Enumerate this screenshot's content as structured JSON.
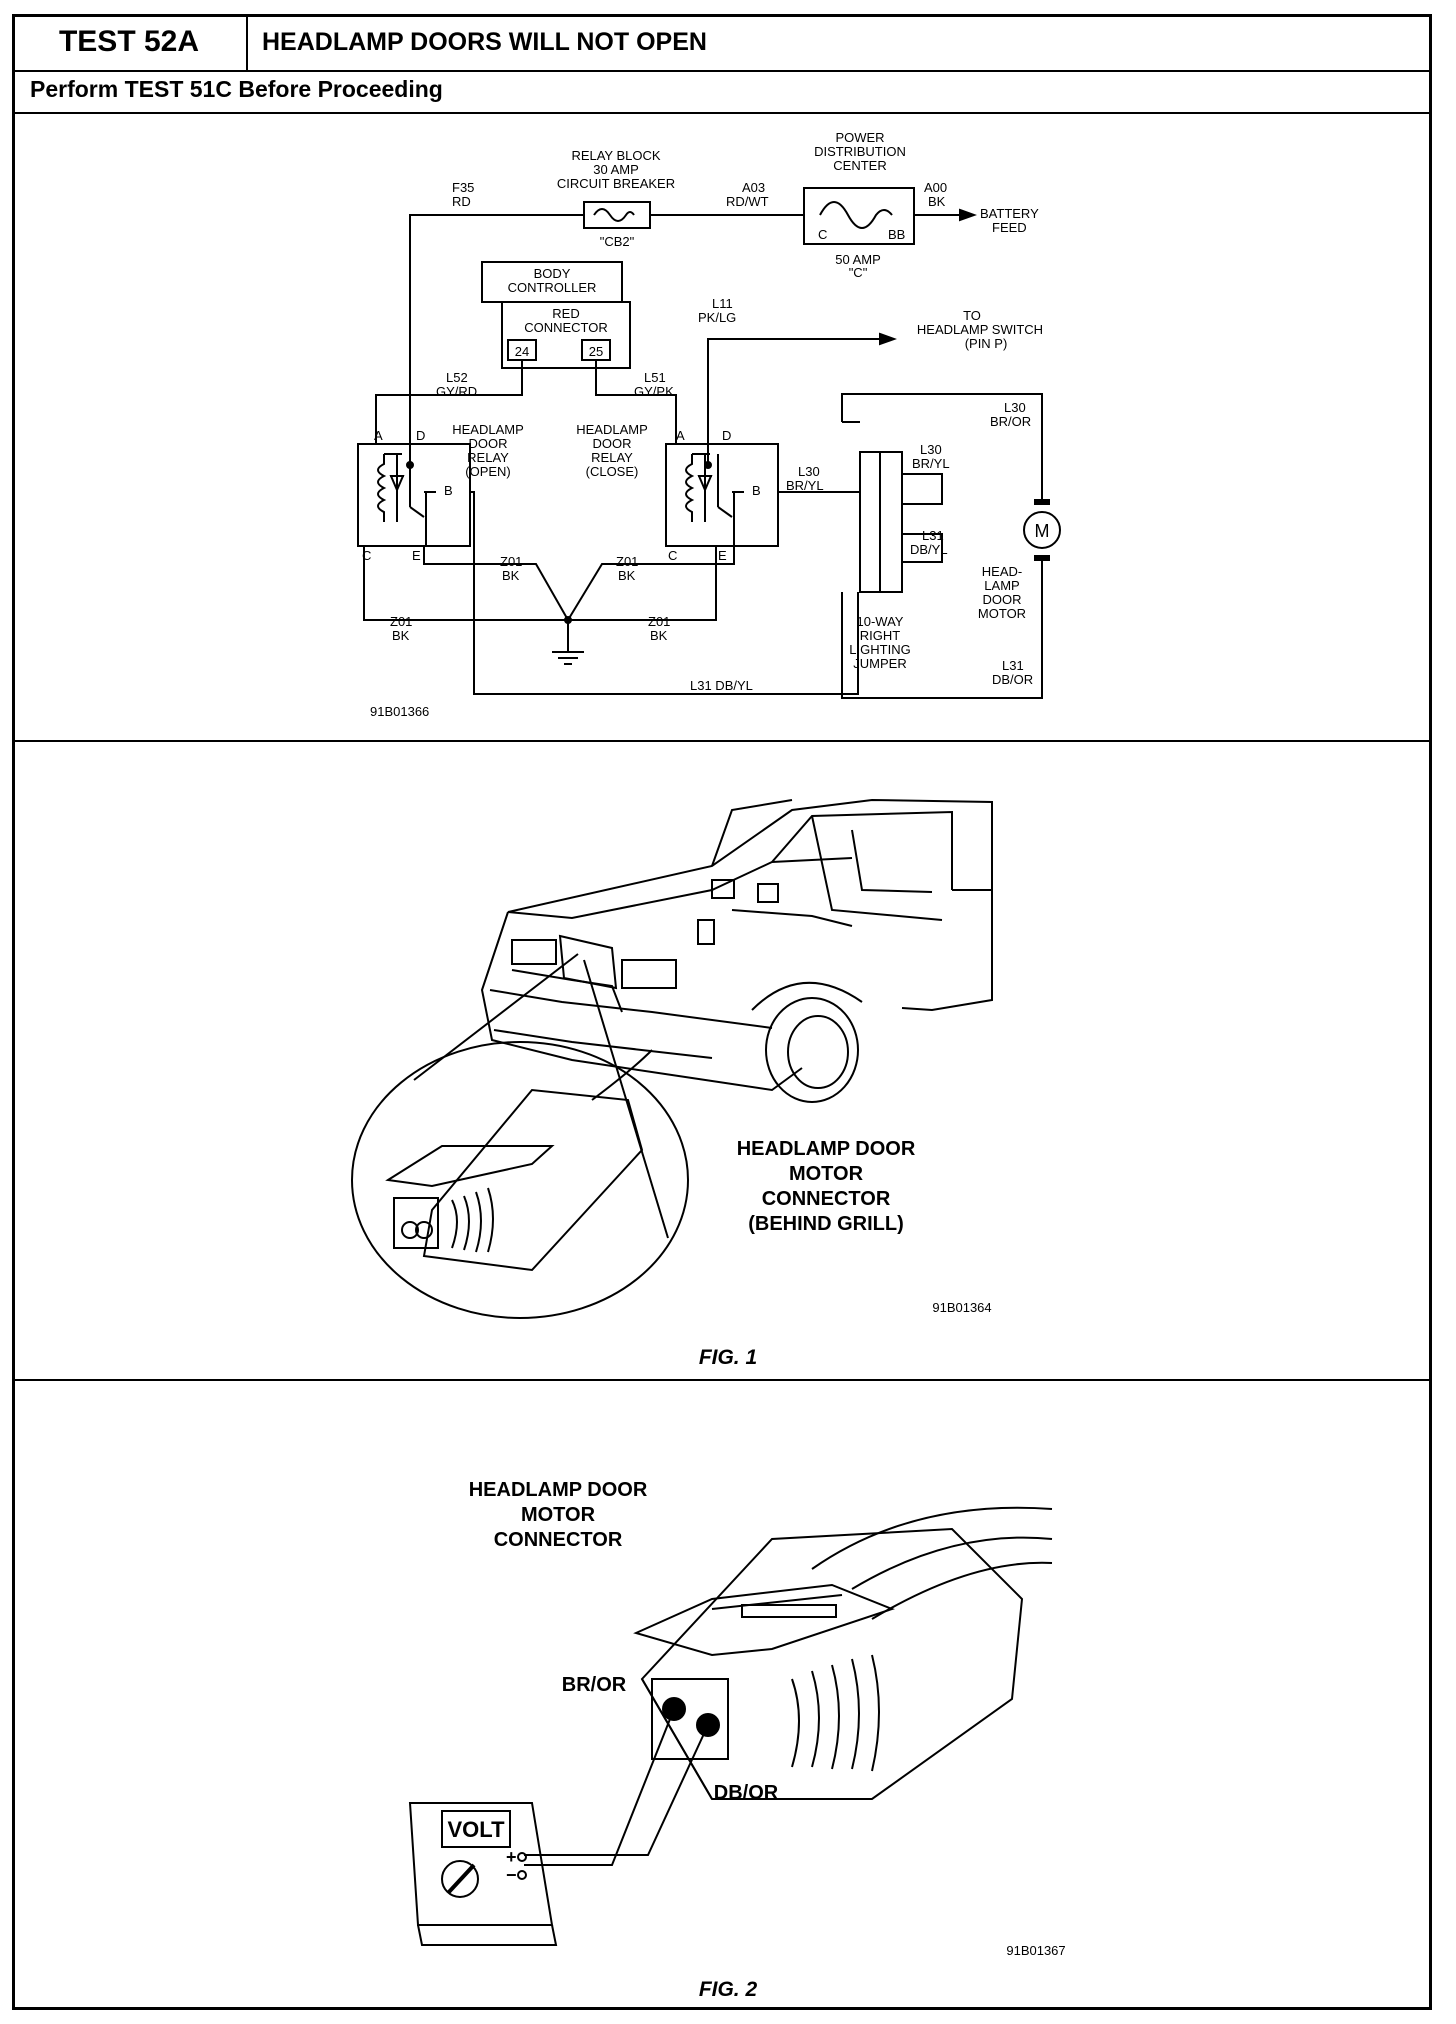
{
  "header": {
    "test_id": "TEST 52A",
    "title": "HEADLAMP DOORS WILL NOT OPEN",
    "instruction": "Perform TEST 51C Before Proceeding"
  },
  "schematic": {
    "relay_block": [
      "RELAY BLOCK",
      "30 AMP",
      "CIRCUIT BREAKER"
    ],
    "breaker_name": "\"CB2\"",
    "pdc": [
      "POWER",
      "DISTRIBUTION",
      "CENTER"
    ],
    "pdc_pins": [
      "C",
      "BB"
    ],
    "pdc_fuse": [
      "50 AMP",
      "\"C\""
    ],
    "battery_feed": [
      "BATTERY",
      "FEED"
    ],
    "f35": [
      "F35",
      "RD"
    ],
    "a03": [
      "A03",
      "RD/WT"
    ],
    "a00": [
      "A00",
      "BK"
    ],
    "body_controller": [
      "BODY",
      "CONTROLLER"
    ],
    "red_connector": [
      "RED",
      "CONNECTOR"
    ],
    "pin24": "24",
    "pin25": "25",
    "l11": [
      "L11",
      "PK/LG"
    ],
    "to_switch": [
      "TO",
      "HEADLAMP SWITCH",
      "(PIN P)"
    ],
    "l52": [
      "L52",
      "GY/RD"
    ],
    "l51": [
      "L51",
      "GY/PK"
    ],
    "relay_open": [
      "HEADLAMP",
      "DOOR",
      "RELAY",
      "(OPEN)"
    ],
    "relay_close": [
      "HEADLAMP",
      "DOOR",
      "RELAY",
      "(CLOSE)"
    ],
    "pin_a": "A",
    "pin_b": "B",
    "pin_c": "C",
    "pin_d": "D",
    "pin_e": "E",
    "l30_left": [
      "L30",
      "BR/YL"
    ],
    "l30_right": [
      "L30",
      "BR/YL"
    ],
    "l30_top": [
      "L30",
      "BR/OR"
    ],
    "l31_right": [
      "L31",
      "DB/YL"
    ],
    "l31_bottom": [
      "L31",
      "DB/OR"
    ],
    "l31_left": "L31  DB/YL",
    "z01": [
      "Z01",
      "BK"
    ],
    "motor_symbol": "M",
    "motor_label": [
      "HEAD-",
      "LAMP",
      "DOOR",
      "MOTOR"
    ],
    "jumper": [
      "10-WAY",
      "RIGHT",
      "LIGHTING",
      "JUMPER"
    ],
    "figure_code": "91B01366"
  },
  "fig1": {
    "label": [
      "HEADLAMP DOOR",
      "MOTOR",
      "CONNECTOR",
      "(BEHIND GRILL)"
    ],
    "code": "91B01364",
    "caption": "FIG. 1"
  },
  "fig2": {
    "label": [
      "HEADLAMP DOOR",
      "MOTOR",
      "CONNECTOR"
    ],
    "br_or": "BR/OR",
    "db_or": "DB/OR",
    "meter": "VOLT",
    "plus": "+",
    "minus": "−",
    "code": "91B01367",
    "caption": "FIG. 2"
  }
}
